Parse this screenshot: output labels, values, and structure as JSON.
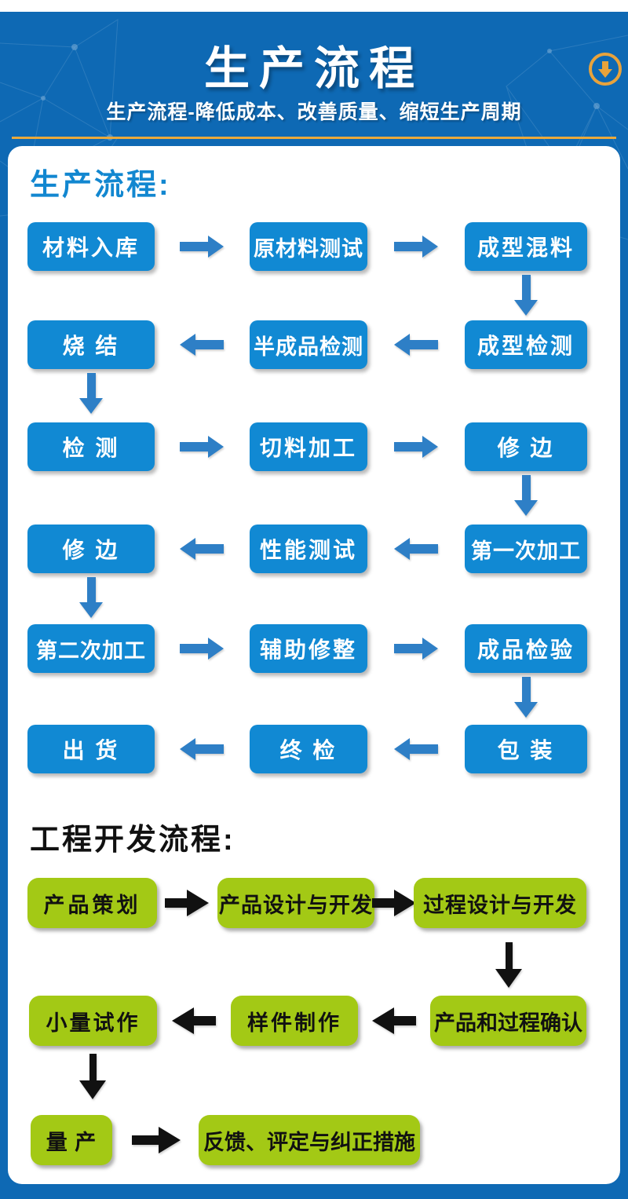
{
  "header": {
    "title": "生产流程",
    "subtitle": "生产流程-降低成本、改善质量、缩短生产周期",
    "scroll_icon": "circle-down-arrow-icon",
    "colors": {
      "background": "#0E69B4",
      "accent_line": "#E9A93C",
      "icon": "#E8A33C"
    }
  },
  "production_flow": {
    "heading": "生产流程:",
    "colors": {
      "box": "#1189D3",
      "arrow": "#2E7FC6",
      "text": "#FFFFFF",
      "heading": "#1287D0"
    },
    "rows": [
      {
        "cells": [
          "材料入库",
          "原材料测试",
          "成型混料"
        ],
        "direction": "right"
      },
      {
        "cells": [
          "烧 结",
          "半成品检测",
          "成型检测"
        ],
        "direction": "left"
      },
      {
        "cells": [
          "检 测",
          "切料加工",
          "修 边"
        ],
        "direction": "right"
      },
      {
        "cells": [
          "修 边",
          "性能测试",
          "第一次加工"
        ],
        "direction": "left"
      },
      {
        "cells": [
          "第二次加工",
          "辅助修整",
          "成品检验"
        ],
        "direction": "right"
      },
      {
        "cells": [
          "出 货",
          "终 检",
          "包 装"
        ],
        "direction": "left"
      }
    ]
  },
  "engineering_flow": {
    "heading": "工程开发流程:",
    "colors": {
      "box": "#A3C915",
      "arrow": "#111111",
      "text": "#111111",
      "heading": "#111111"
    },
    "rows": [
      {
        "cells": [
          "产品策划",
          "产品设计与开发",
          "过程设计与开发"
        ],
        "direction": "right"
      },
      {
        "cells": [
          "小量试作",
          "样件制作",
          "产品和过程确认"
        ],
        "direction": "left"
      },
      {
        "cells": [
          "量 产",
          "反馈、评定与纠正措施"
        ],
        "direction": "right"
      }
    ]
  }
}
